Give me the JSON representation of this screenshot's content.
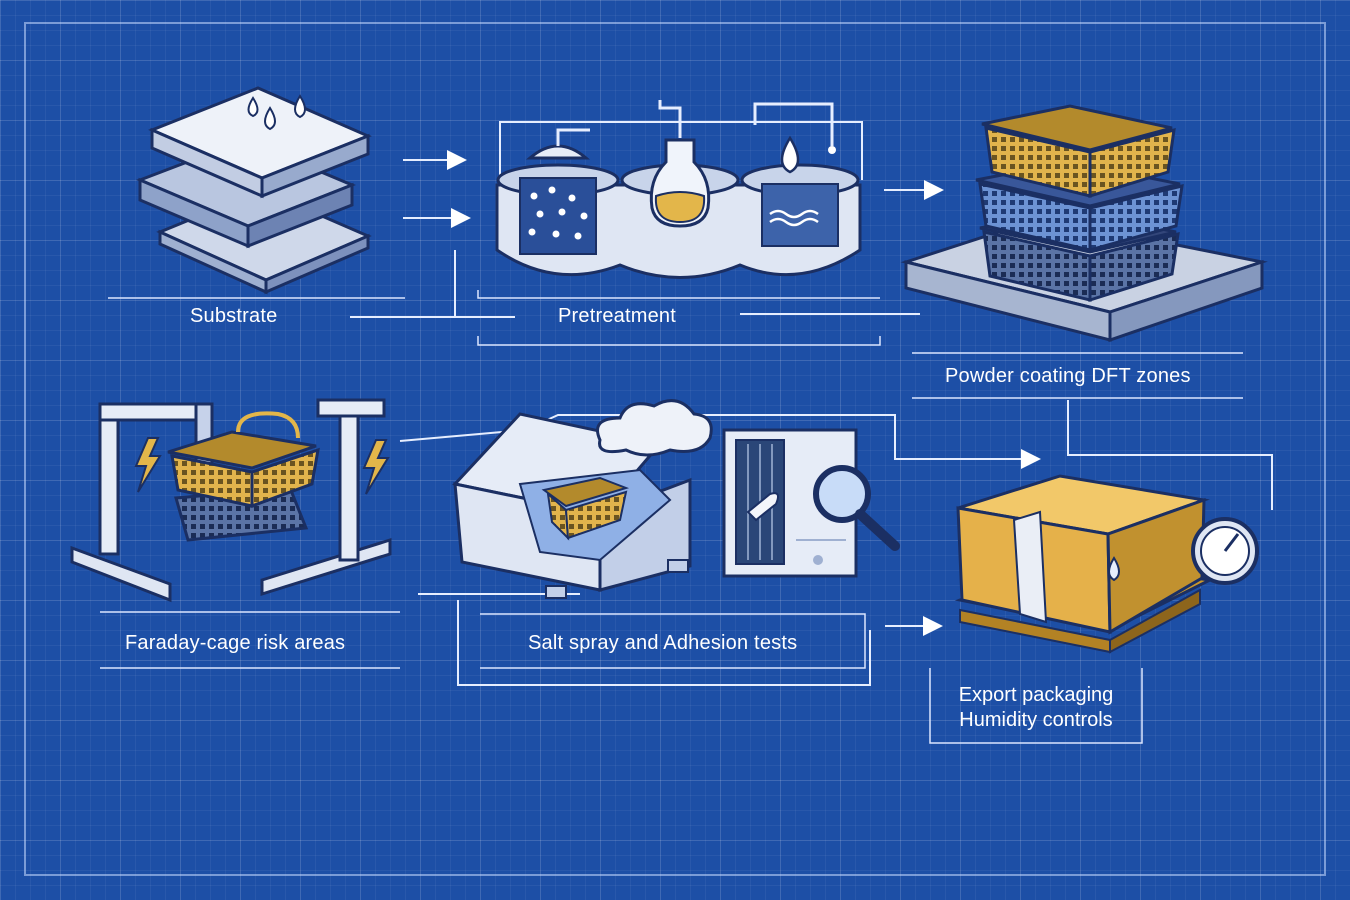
{
  "stages": [
    {
      "id": "substrate",
      "label": "Substrate"
    },
    {
      "id": "pretreatment",
      "label": "Pretreatment"
    },
    {
      "id": "powder",
      "label": "Powder coating DFT zones"
    },
    {
      "id": "faraday",
      "label": "Faraday-cage risk areas"
    },
    {
      "id": "tests",
      "label": "Salt spray and Adhesion tests"
    },
    {
      "id": "export",
      "label_lines": [
        "Export packaging",
        "Humidity controls"
      ]
    }
  ],
  "colors": {
    "background": "#1d4fa6",
    "line": "#dfe9ff",
    "accent_yellow": "#e3b64a",
    "accent_blue": "#5f86c8",
    "panel_light": "#dfe6f3"
  }
}
